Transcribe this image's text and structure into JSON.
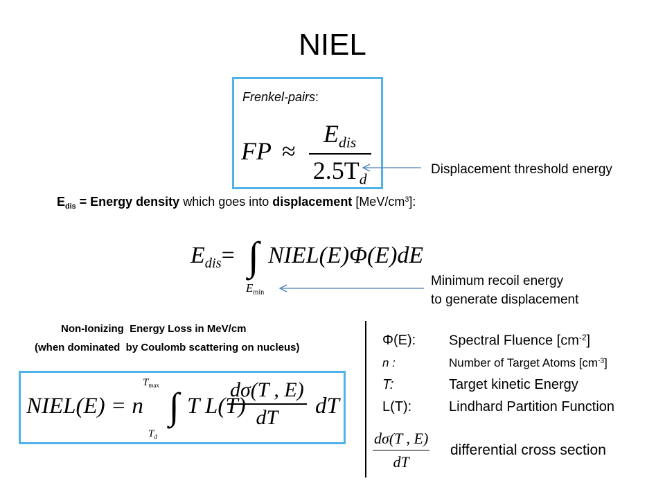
{
  "title": "NIEL",
  "frenkel": {
    "label_main": "Frenkel-pairs",
    "label_colon": ":",
    "lhs": "FP",
    "approx": "≈",
    "numerator": "E",
    "numerator_sub": "dis",
    "denominator": "2.5T",
    "denominator_sub": "d"
  },
  "annotation_threshold": "Displacement threshold energy",
  "edis_line": {
    "symbol": "E",
    "symbol_sub": "dis",
    "eq": " = ",
    "bold1": "Energy density",
    "mid": " which goes into ",
    "bold2": "displacement",
    "unit_pre": " [MeV/cm",
    "unit_sup": "3",
    "unit_post": "]:"
  },
  "edis_formula": {
    "lhs": "E",
    "lhs_sub": "dis",
    "eq": "=",
    "integrand": "NIEL(E)Φ(E)dE",
    "lower": "E",
    "lower_sub": "min"
  },
  "annotation_recoil": {
    "line1": "Minimum recoil energy",
    "line2": "to generate displacement"
  },
  "niel_heading": {
    "line1": "Non-Ionizing  Energy Loss in MeV/cm",
    "line2": "(when dominated  by Coulomb scattering on nucleus)"
  },
  "niel_formula": {
    "lhs": "NIEL(E) = n",
    "upper": "T",
    "upper_sub": "max",
    "lower": "T",
    "lower_sub": "d",
    "integrand": "T L(T)",
    "frac_num": "dσ(T , E)",
    "frac_den": "dT",
    "tail": "dT"
  },
  "legend": [
    {
      "key": "Φ(E):",
      "value": "Spectral Fluence [cm",
      "sup": "-2",
      "post": "]"
    },
    {
      "key": "n :",
      "value": "Number of Target Atoms [cm",
      "sup": "-3",
      "post": "]"
    },
    {
      "key": "T:",
      "value": "Target kinetic Energy",
      "sup": "",
      "post": ""
    },
    {
      "key": "L(T):",
      "value": "Lindhard Partition Function",
      "sup": "",
      "post": ""
    }
  ],
  "cross_section": {
    "num": "dσ(T , E)",
    "den": "dT",
    "label": "differential cross section"
  },
  "colors": {
    "box_border": "#4fb3e8",
    "arrow": "#4a7fc1"
  }
}
